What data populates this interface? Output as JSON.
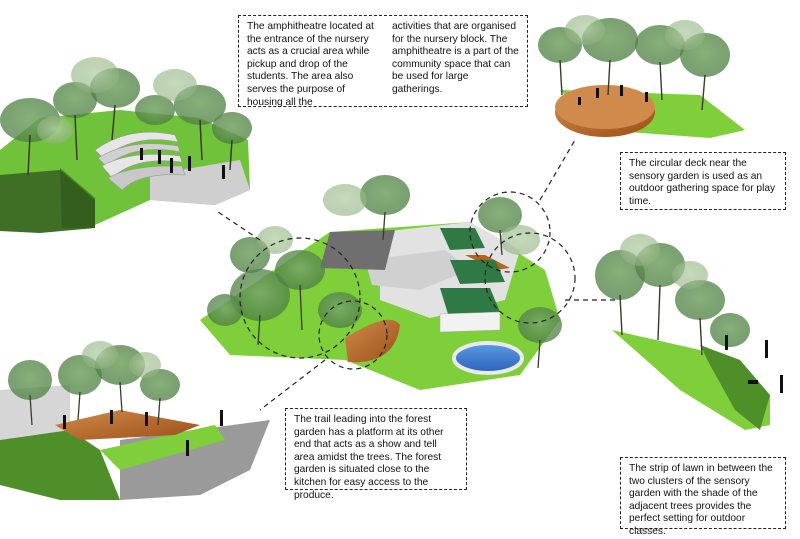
{
  "notes": {
    "amphitheatre": {
      "col1": "The amphitheatre located at the entrance of the nursery acts as a crucial area while pickup and drop of the students. The area also serves the purpose of housing all the",
      "col2": "activities that are organised for the nursery block. The amphitheatre is a part of the community space that can be used for large gatherings."
    },
    "deck": "The circular deck near the sensory garden is used as an outdoor gathering space for play time.",
    "trail": "The trail leading into the forest garden has a platform at its other end that acts as a show and tell area amidst the trees. The forest garden is situated close to the kitchen for easy access to the produce.",
    "lawn": "The strip of lawn in between the two clusters of the sensory garden with the shade of the adjacent trees provides the perfect setting for outdoor classes."
  },
  "colors": {
    "lawn": "#7fcf3a",
    "lawn_dark": "#4e8f2a",
    "tree": "#5c8f4e",
    "tree_light": "#9dbf8e",
    "deck": "#b5651d",
    "pavement": "#d9d9d9",
    "roof": "#2f7a44",
    "pool": "#3f7fd1"
  }
}
